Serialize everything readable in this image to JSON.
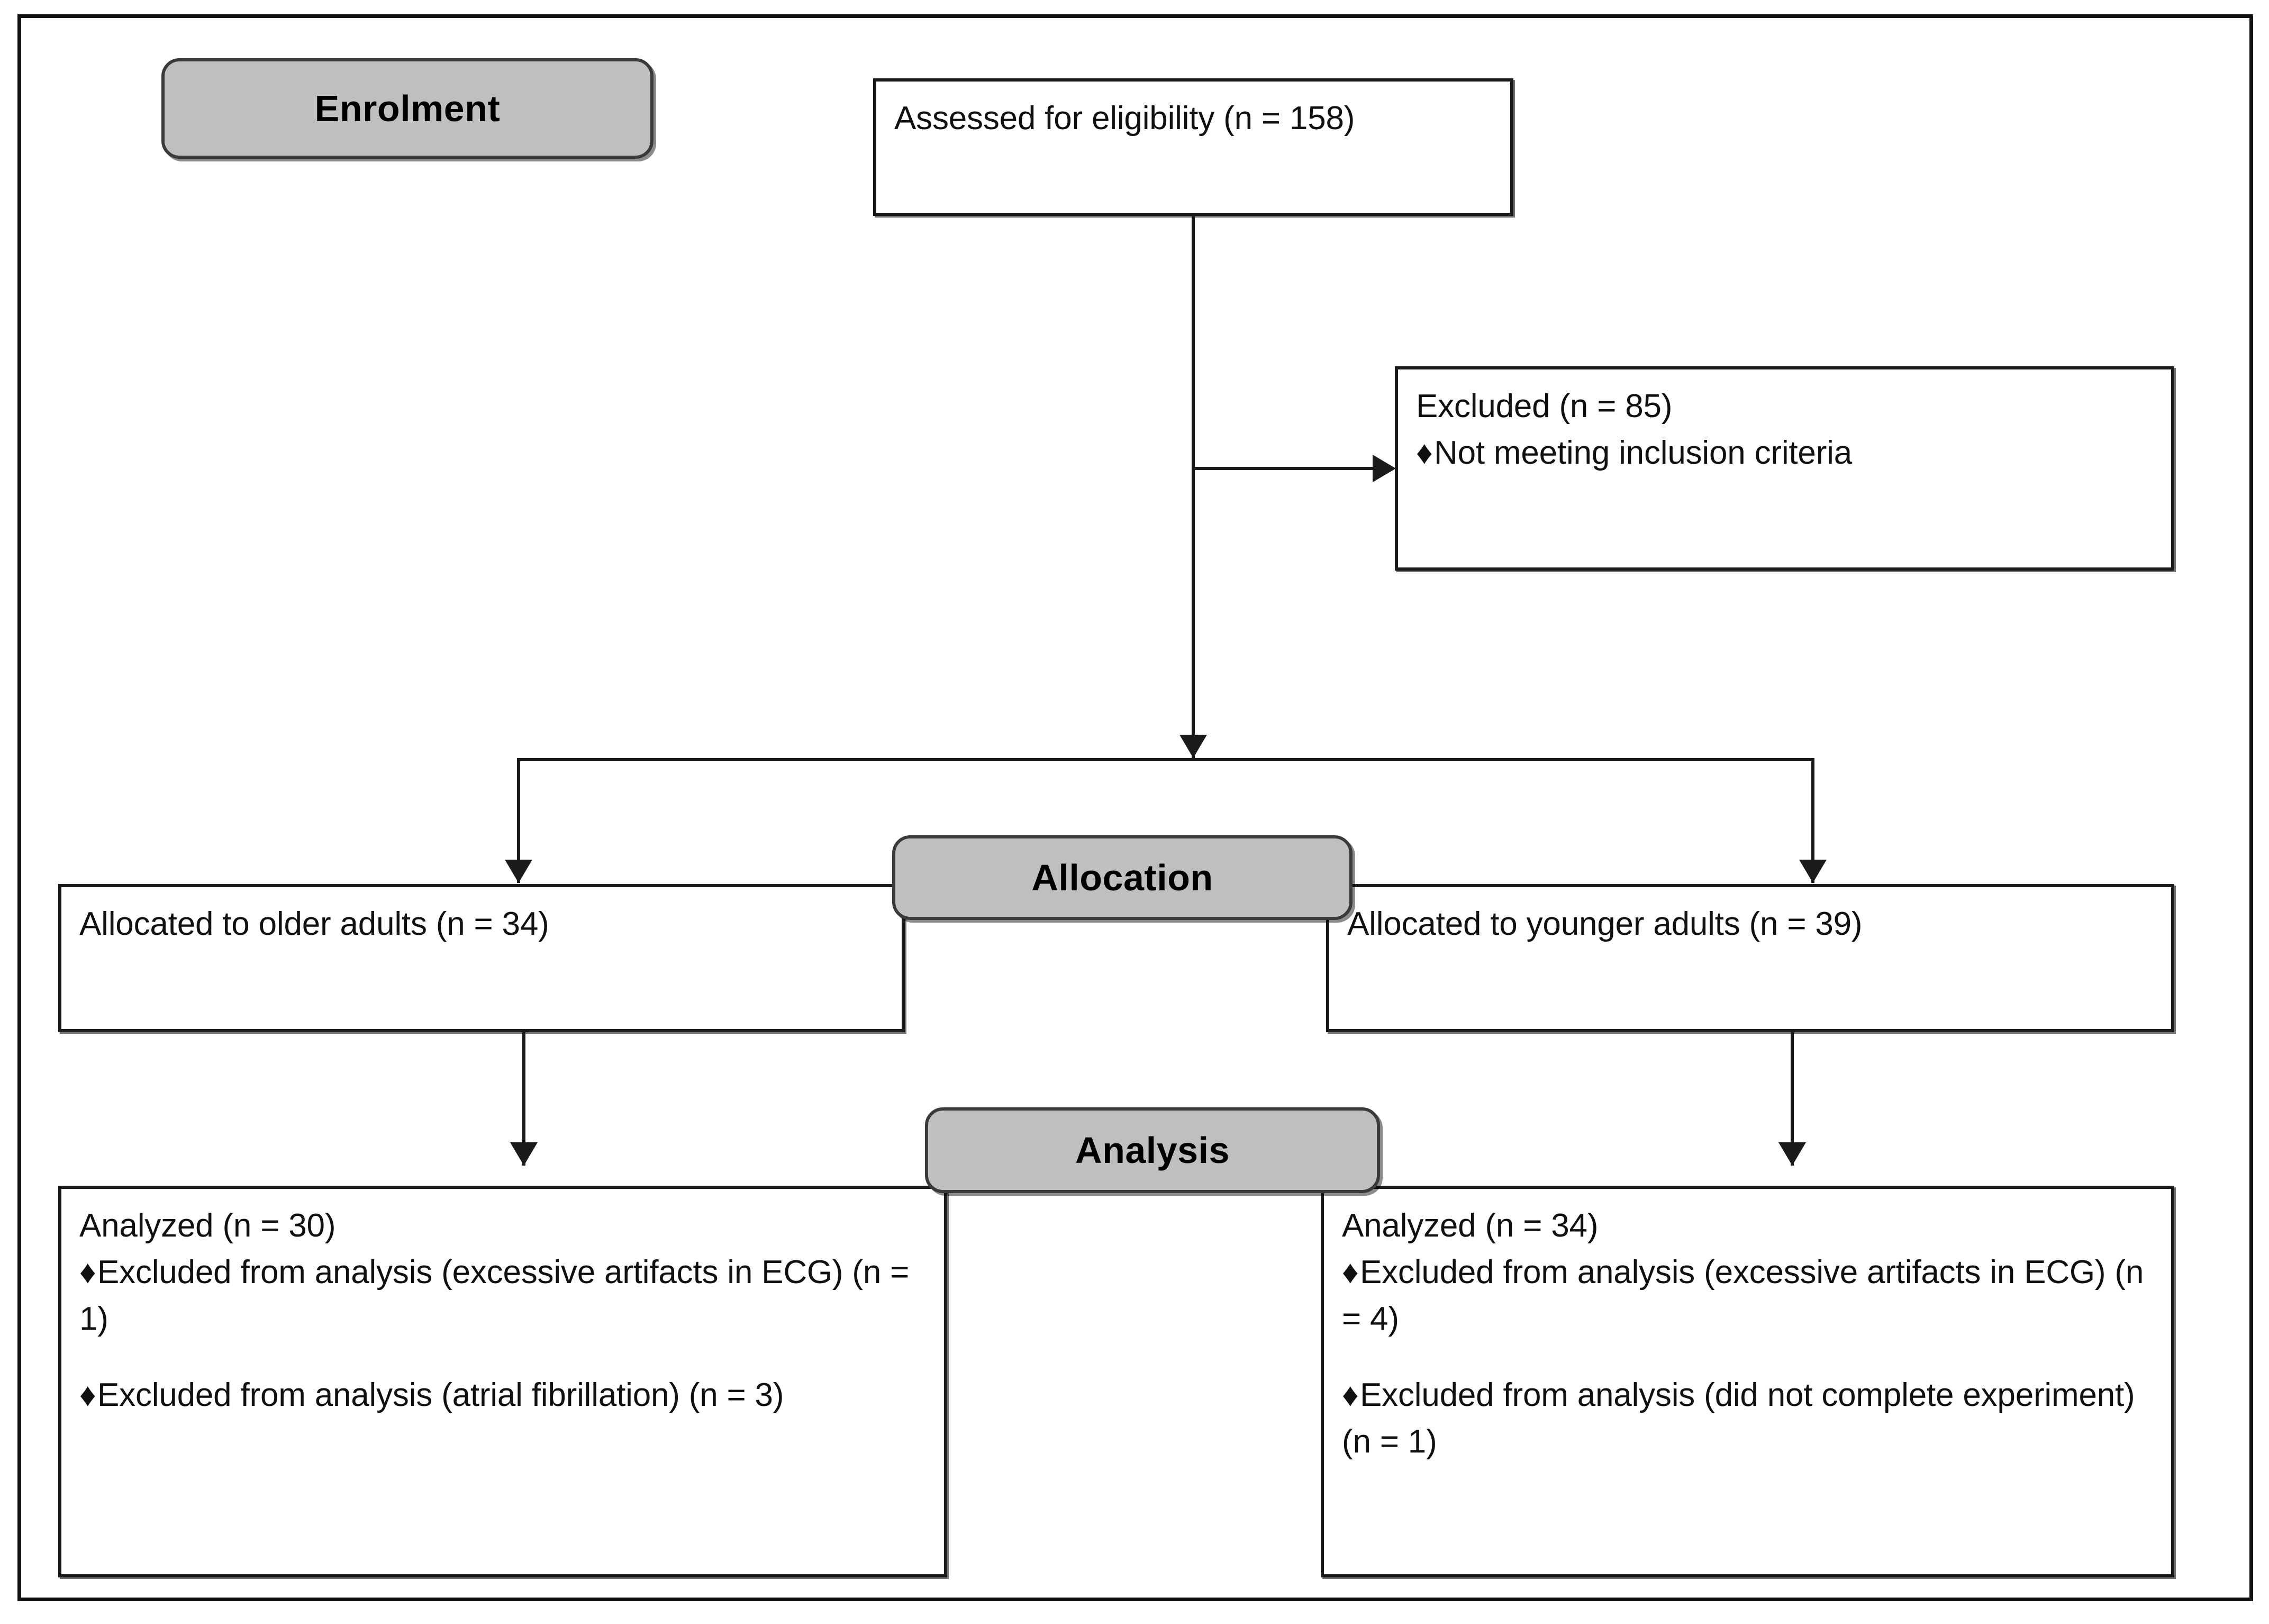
{
  "diagram": {
    "type": "consort-flow-diagram",
    "stages": [
      {
        "id": "enrolment",
        "label": "Enrolment"
      },
      {
        "id": "allocation",
        "label": "Allocation"
      },
      {
        "id": "analysis",
        "label": "Analysis"
      }
    ],
    "colors": {
      "stage_badge_fill": "#bfbfbf",
      "box_fill": "#ffffff",
      "border": "#1b1b1b",
      "text": "#101010"
    },
    "bullet_glyph": "♦"
  },
  "nodes": {
    "assessed": {
      "line1": "Assessed for eligibility (n = 158)",
      "n": 158
    },
    "excluded": {
      "line1": "Excluded (n = 85)",
      "n": 85,
      "reasons": [
        {
          "bullet": "♦",
          "text": "Not meeting inclusion criteria"
        }
      ]
    },
    "allocated_older": {
      "line1": "Allocated to older adults (n = 34)",
      "n": 34
    },
    "allocated_younger": {
      "line1": "Allocated to younger adults (n = 39)",
      "n": 39
    },
    "analyzed_older": {
      "line1": "Analyzed (n = 30)",
      "n": 30,
      "exclusions": [
        {
          "bullet": "♦",
          "text": "Excluded from analysis (excessive artifacts in ECG) (n = 1)",
          "n": 1
        },
        {
          "bullet": "♦",
          "text": "Excluded from analysis (atrial fibrillation) (n = 3)",
          "n": 3
        }
      ]
    },
    "analyzed_younger": {
      "line1": "Analyzed (n = 34)",
      "n": 34,
      "exclusions": [
        {
          "bullet": "♦",
          "text": "Excluded from analysis (excessive artifacts in ECG) (n = 4)",
          "n": 4
        },
        {
          "bullet": "♦",
          "text": "Excluded from analysis (did not complete experiment) (n = 1)",
          "n": 1
        }
      ]
    }
  }
}
